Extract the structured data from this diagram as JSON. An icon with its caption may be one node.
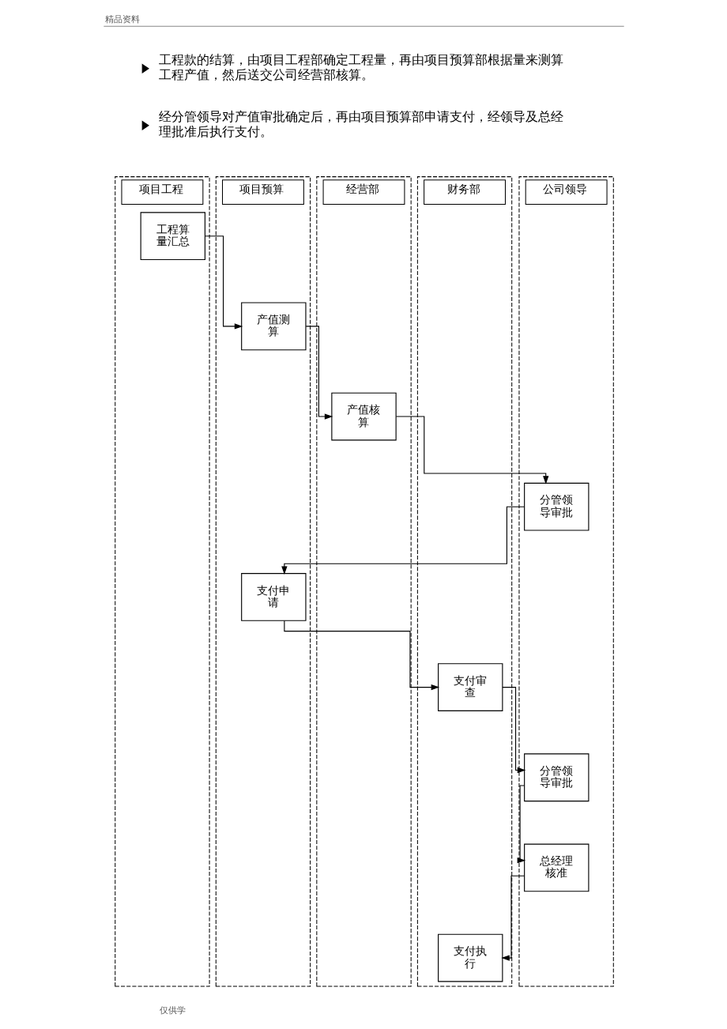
{
  "diagram": {
    "nodes": [
      {
        "text": [
          "项目工程"
        ]
      },
      {
        "text": [
          "项目预算"
        ]
      },
      {
        "text": [
          "经营部"
        ]
      },
      {
        "text": [
          "财务部"
        ]
      },
      {
        "text": [
          "公司领导"
        ]
      },
      {
        "text": [
          "工程算量汇总"
        ],
        "in": 0
      },
      {
        "text": [
          "产值测算"
        ],
        "in": 1
      },
      {
        "text": [
          "产值核算"
        ],
        "in": 2
      },
      {
        "text": [
          "分管领导审批"
        ],
        "in": 4
      },
      {
        "text": [
          "支付申请"
        ],
        "in": 1
      },
      {
        "text": [
          "支付审查"
        ],
        "in": 3
      },
      {
        "text": [
          "分管领导审批"
        ],
        "in": 4
      },
      {
        "text": [
          "总经理核准"
        ],
        "in": 4
      },
      {
        "text": [
          "支付执行"
        ],
        "in": 3
      }
    ],
    "edges": [
      {
        "from": 5,
        "to": 6,
        "arrow": "to"
      },
      {
        "from": 6,
        "to": 7,
        "arrow": "to"
      },
      {
        "from": 7,
        "to": 8,
        "arrow": "to"
      },
      {
        "from": 8,
        "to": 9,
        "arrow": "to"
      },
      {
        "from": 9,
        "to": 10,
        "arrow": "to"
      },
      {
        "from": 10,
        "to": 11,
        "arrow": "to"
      },
      {
        "from": 11,
        "to": 12,
        "arrow": "to"
      },
      {
        "from": 12,
        "to": 13,
        "arrow": "to"
      }
    ],
    "labels": [
      "精品资料",
      "工程款的结算，由项目工程部确定工程量，再由项目预算部根据量来测算工程产值，然后送交公司经营部核算。",
      "经分管领导对产值审批确定后，再由项目预算部申请支付，经领导及总经理批准后执行支付。",
      "仅供学"
    ]
  }
}
